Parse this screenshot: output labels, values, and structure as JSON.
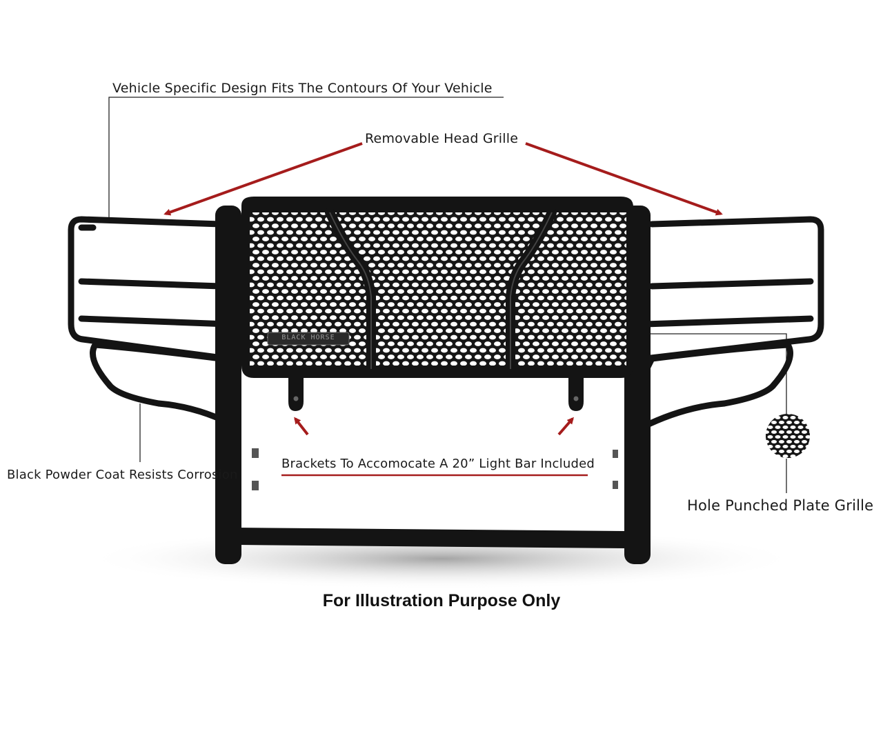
{
  "callouts": {
    "vehicle_specific": "Vehicle Specific Design Fits The Contours Of Your Vehicle",
    "removable_grille": "Removable Head Grille",
    "powder_coat": "Black Powder Coat Resists Corrosion",
    "brackets": "Brackets To Accomocate A 20” Light Bar Included",
    "hole_punched": "Hole Punched Plate Grille"
  },
  "footer": "For Illustration Purpose Only",
  "brand_badge": "BLACK HORSE",
  "colors": {
    "arrow": "#a51c1c",
    "guard": "#141414",
    "leader_line": "#222222"
  }
}
